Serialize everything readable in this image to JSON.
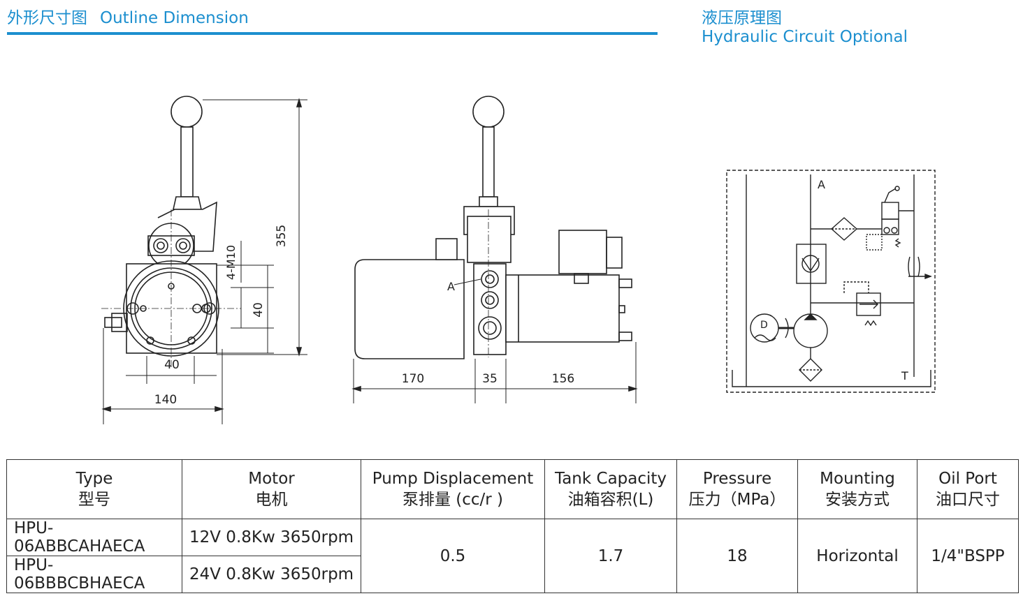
{
  "header": {
    "left_zh": "外形尺寸图",
    "left_en": "Outline Dimension",
    "right_zh": "液压原理图",
    "right_en": "Hydraulic Circuit Optional"
  },
  "drawing": {
    "dim_355": "355",
    "dim_4m10": "4-M10",
    "dim_40_v": "40",
    "dim_40_h": "40",
    "dim_140": "140",
    "dim_170": "170",
    "dim_35": "35",
    "dim_156": "156",
    "label_a": "A",
    "circuit_a": "A",
    "circuit_t": "T",
    "circuit_d": "D"
  },
  "table": {
    "headers": [
      {
        "en": "Type",
        "zh": "型号"
      },
      {
        "en": "Motor",
        "zh": "电机"
      },
      {
        "en": "Pump Displacement",
        "zh": "泵排量 (cc/r )"
      },
      {
        "en": "Tank Capacity",
        "zh": "油箱容积(L)"
      },
      {
        "en": "Pressure",
        "zh": "压力（MPa）"
      },
      {
        "en": "Mounting",
        "zh": "安装方式"
      },
      {
        "en": "Oil Port",
        "zh": "油口尺寸"
      }
    ],
    "rows": [
      {
        "type": "HPU-06ABBCAHAECA",
        "motor": "12V 0.8Kw 3650rpm"
      },
      {
        "type": "HPU-06BBBCBHAECA",
        "motor": "24V 0.8Kw 3650rpm"
      }
    ],
    "shared": {
      "pump_displacement": "0.5",
      "tank_capacity": "1.7",
      "pressure": "18",
      "mounting": "Horizontal",
      "oil_port": "1/4\"BSPP"
    }
  }
}
